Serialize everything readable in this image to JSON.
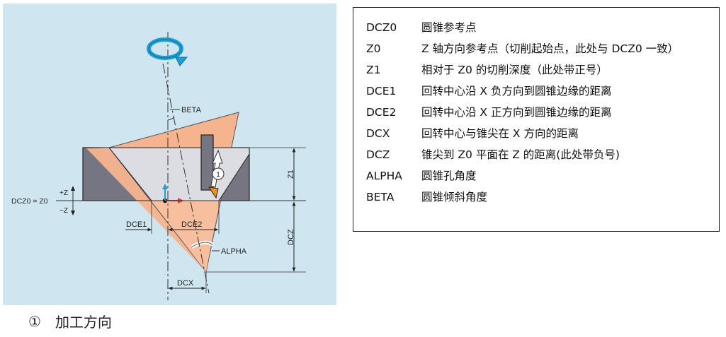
{
  "diagram": {
    "labels": {
      "beta": "BETA",
      "alpha": "ALPHA",
      "dce1": "DCE1",
      "dce2": "DCE2",
      "dcx": "DCX",
      "z1": "Z1",
      "dcz": "DCZ",
      "dcz0_z0": "DCZ0 = Z0",
      "plus_z": "+Z",
      "minus_z": "−Z",
      "callout": "1"
    },
    "colors": {
      "background": "#cfe5ef",
      "workpiece": "#767683",
      "cone": "#f6b48e",
      "bore": "#dcdde2",
      "tool_tip": "#f39217",
      "rotation_arrow": "#1aa0d6"
    }
  },
  "legend": {
    "items": [
      {
        "term": "DCZ0",
        "desc": "圆锥参考点"
      },
      {
        "term": "Z0",
        "desc": "Z 轴方向参考点（切削起始点，此处与 DCZ0 一致）"
      },
      {
        "term": "Z1",
        "desc": "相对于 Z0 的切削深度（此处带正号）"
      },
      {
        "term": "DCE1",
        "desc": "回转中心沿 X 负方向到圆锥边缘的距离"
      },
      {
        "term": "DCE2",
        "desc": "回转中心沿 X 正方向到圆锥边缘的距离"
      },
      {
        "term": "DCX",
        "desc": "回转中心与锥尖在 X 方向的距离"
      },
      {
        "term": "DCZ",
        "desc": "锥尖到 Z0 平面在 Z 的距离(此处带负号)"
      },
      {
        "term": "ALPHA",
        "desc": "圆锥孔角度"
      },
      {
        "term": "BETA",
        "desc": "圆锥倾斜角度"
      }
    ]
  },
  "caption": {
    "marker": "①",
    "text": "加工方向"
  }
}
